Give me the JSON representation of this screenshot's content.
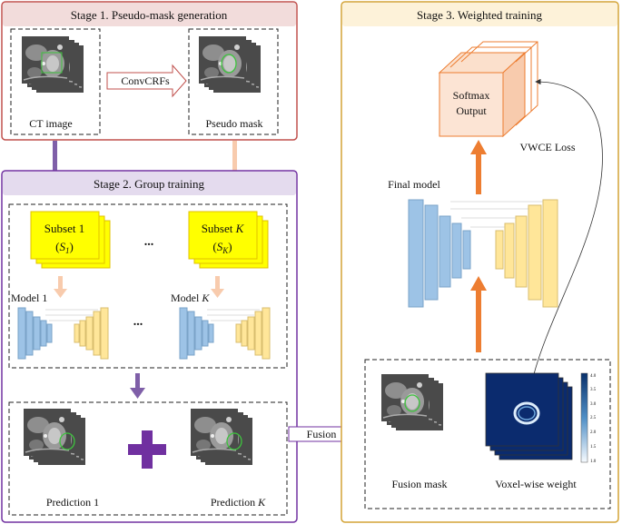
{
  "stage1": {
    "title": "Stage 1. Pseudo-mask generation",
    "ct_label": "CT image",
    "mask_label": "Pseudo mask",
    "arrow_label": "ConvCRFs"
  },
  "stage2": {
    "title": "Stage 2. Group training",
    "subset1_name": "Subset 1",
    "subset1_symbol": "S",
    "subset1_sub": "1",
    "subsetK_name": "Subset",
    "subsetK_italic": "K",
    "subsetK_symbol": "S",
    "subsetK_sub": "K",
    "ellipsis": "...",
    "model1_label": "Model 1",
    "modelK_label": "Model",
    "modelK_italic": "K",
    "pred1_label": "Prediction 1",
    "predK_label": "Prediction",
    "predK_italic": "K"
  },
  "fusion_label": "Fusion",
  "stage3": {
    "title": "Stage 3. Weighted training",
    "softmax_line1": "Softmax",
    "softmax_line2": "Output",
    "loss_label": "VWCE Loss",
    "final_model_label": "Final model",
    "fusion_mask_label": "Fusion mask",
    "voxel_weight_label": "Voxel-wise weight",
    "colorbar_ticks": [
      "4.0",
      "3.5",
      "3.0",
      "2.5",
      "2.0",
      "1.5",
      "1.0"
    ]
  },
  "colors": {
    "stage1_border": "#c0504d",
    "stage1_header": "#f2dcdb",
    "stage2_border": "#7030a0",
    "stage2_header": "#e4dbee",
    "stage3_border": "#d4a437",
    "subset_fill": "#ffff00",
    "unet_blue": "#9dc3e6",
    "unet_yellow": "#ffe699",
    "orange_arrow": "#ed7d31",
    "purple_arrow": "#7f5fa8",
    "peach_arrow": "#f8cbad",
    "weight_map": "#0b2b6e"
  }
}
